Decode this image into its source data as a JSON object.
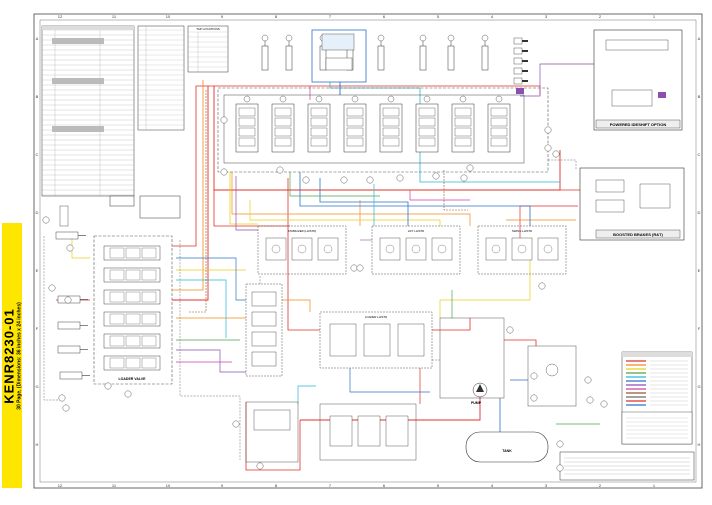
{
  "tab": {
    "title": "KENR8230-01",
    "subtitle": "30 Page, (Dimensions: 36 inches x 24 inches)"
  },
  "sections": {
    "powered": "POWERED IDESHIFT OPTION",
    "boosted": "BOOSTED BRAKES (R&T)",
    "loader": "LOADER VALVE",
    "pump": "PUMP",
    "tank": "TANK",
    "tap": "TAP LOCATIONS",
    "stab_left": "STABILIZER (LH/STD)",
    "stab_mid": "LIFT LH/STD",
    "stab_right": "SWING LH/STD",
    "boom_group": "LOADER LH/STD"
  },
  "grid": {
    "cols": [
      "12",
      "11",
      "10",
      "9",
      "8",
      "7",
      "6",
      "5",
      "4",
      "3",
      "2",
      "1"
    ],
    "rows": [
      "A",
      "B",
      "C",
      "D",
      "E",
      "F",
      "G",
      "H"
    ]
  },
  "colors": {
    "red": "#e0302a",
    "orange": "#f08a1c",
    "yellow": "#e8cf1a",
    "blue": "#2f72c8",
    "cyan": "#29b6d6",
    "green": "#4aa54a",
    "purple": "#8b4fb3",
    "magenta": "#d33ca8",
    "brown": "#8a5a2b",
    "gray": "#6b6b6b"
  },
  "legend_colors": [
    "#e0302a",
    "#f08a1c",
    "#e8cf1a",
    "#4aa54a",
    "#29b6d6",
    "#2f72c8",
    "#8b4fb3",
    "#d33ca8",
    "#8a5a2b",
    "#6b6b6b",
    "#e0302a",
    "#2f72c8"
  ]
}
